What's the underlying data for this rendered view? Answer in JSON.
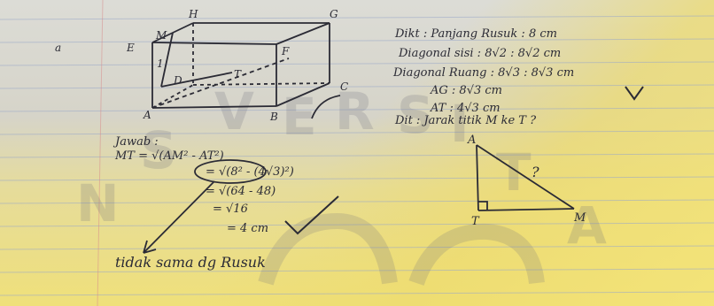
{
  "watermark": {
    "letters": [
      "E",
      "R",
      "S",
      "I",
      "T",
      "A",
      "S",
      "V",
      "N"
    ]
  },
  "cube": {
    "vertex_labels": [
      "H",
      "G",
      "E",
      "F",
      "D",
      "C",
      "A",
      "B",
      "M",
      "T",
      "1"
    ]
  },
  "known": {
    "line1": "Dikt : Panjang Rusuk : 8 cm",
    "line2": "Diagonal sisi : 8√2 : 8√2 cm",
    "line3": "Diagonal Ruang : 8√3 : 8√3 cm",
    "line4": "AG : 8√3 cm",
    "line5": "AT : 4√3 cm",
    "line6": "Dit : Jarak titik M ke T ?"
  },
  "answer": {
    "heading": "Jawab :",
    "line1": "MT = √(AM² - AT²)",
    "line2": "= √(8² - (4√3)²)",
    "line3": "= √(64 - 48)",
    "line4": "= √16",
    "line5": "= 4 cm",
    "note": "tidak sama dg Rusuk"
  },
  "triangle": {
    "labels": [
      "A",
      "T",
      "M"
    ],
    "question": "?"
  },
  "colors": {
    "ink": "#2b2b35",
    "paper_yellow": "#efe07a",
    "paper_grey": "#d8d6d0",
    "ruled_line": "#9aa8c8"
  }
}
